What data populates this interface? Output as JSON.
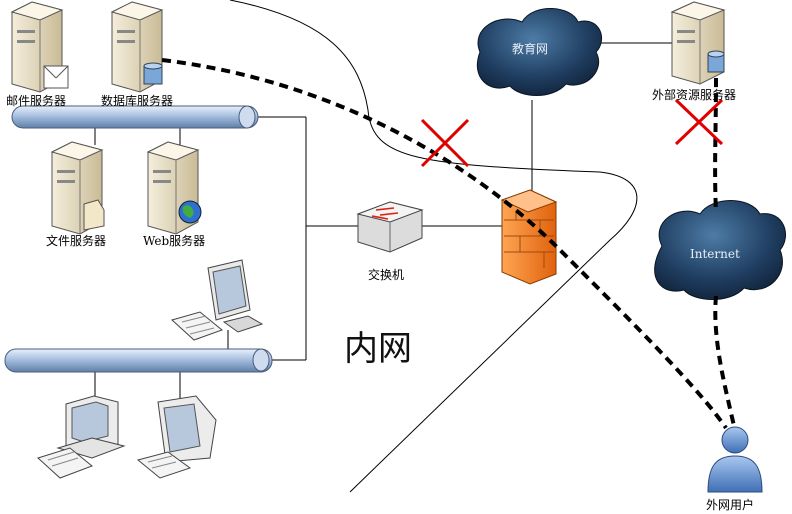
{
  "nodes": {
    "mail_server": "邮件服务器",
    "db_server": "数据库服务器",
    "file_server": "文件服务器",
    "web_server": "Web服务器",
    "switch": "交换机",
    "edu_net": "教育网",
    "ext_server": "外部资源服务器",
    "internet": "Internet",
    "ext_user": "外网用户"
  },
  "zones": {
    "intranet": "内网"
  },
  "colors": {
    "dashed_path": "#000000",
    "blocked_mark": "#e00000",
    "bus": "#9ab4d8",
    "cloud": "#1e3c5c",
    "firewall": "#f07a22"
  }
}
